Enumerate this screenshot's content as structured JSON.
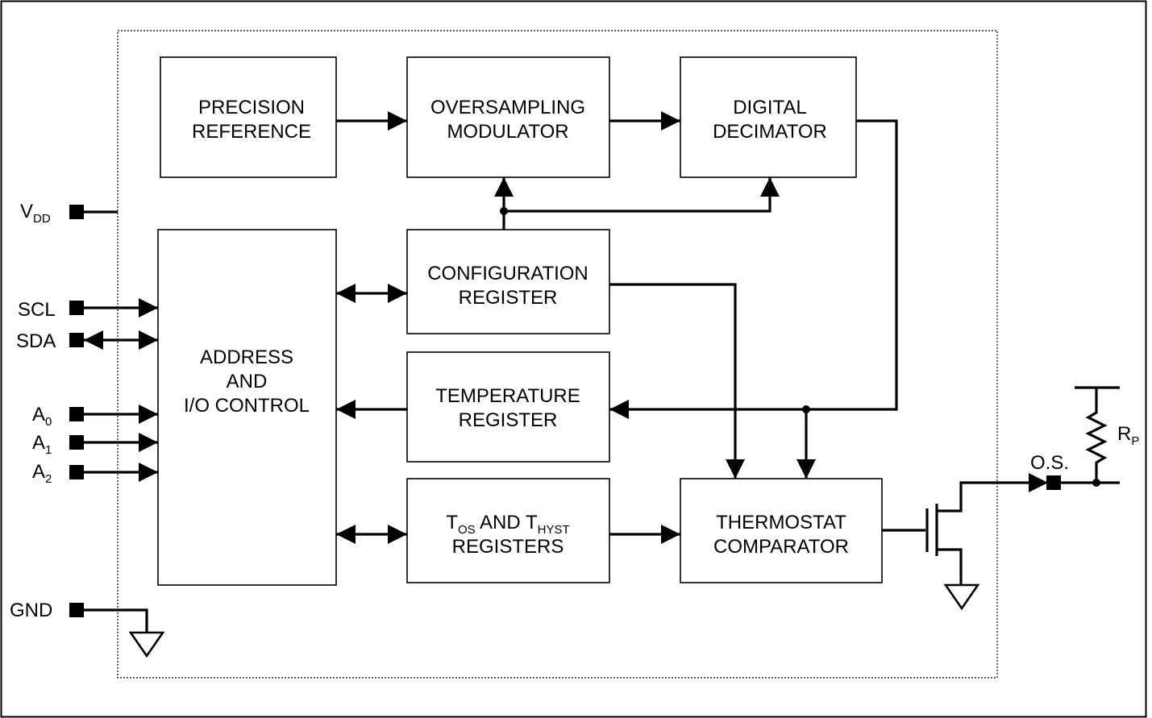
{
  "blocks": {
    "precision_reference": [
      "PRECISION",
      "REFERENCE"
    ],
    "oversampling_modulator": [
      "OVERSAMPLING",
      "MODULATOR"
    ],
    "digital_decimator": [
      "DIGITAL",
      "DECIMATOR"
    ],
    "configuration_register": [
      "CONFIGURATION",
      "REGISTER"
    ],
    "temperature_register": [
      "TEMPERATURE",
      "REGISTER"
    ],
    "tos_thyst_registers": {
      "t1": "T",
      "s1": "OS",
      "mid": " AND ",
      "t2": "T",
      "s2": "HYST",
      "line2": "REGISTERS"
    },
    "thermostat_comparator": [
      "THERMOSTAT",
      "COMPARATOR"
    ],
    "address_io_control": [
      "ADDRESS",
      "AND",
      "I/O CONTROL"
    ]
  },
  "pins": {
    "vdd": {
      "main": "V",
      "sub": "DD"
    },
    "scl": "SCL",
    "sda": "SDA",
    "a0": {
      "main": "A",
      "sub": "0"
    },
    "a1": {
      "main": "A",
      "sub": "1"
    },
    "a2": {
      "main": "A",
      "sub": "2"
    },
    "gnd": "GND",
    "os": "O.S."
  },
  "resistor": {
    "main": "R",
    "sub": "P"
  },
  "colors": {
    "ink": "#000000",
    "background": "#ffffff"
  }
}
